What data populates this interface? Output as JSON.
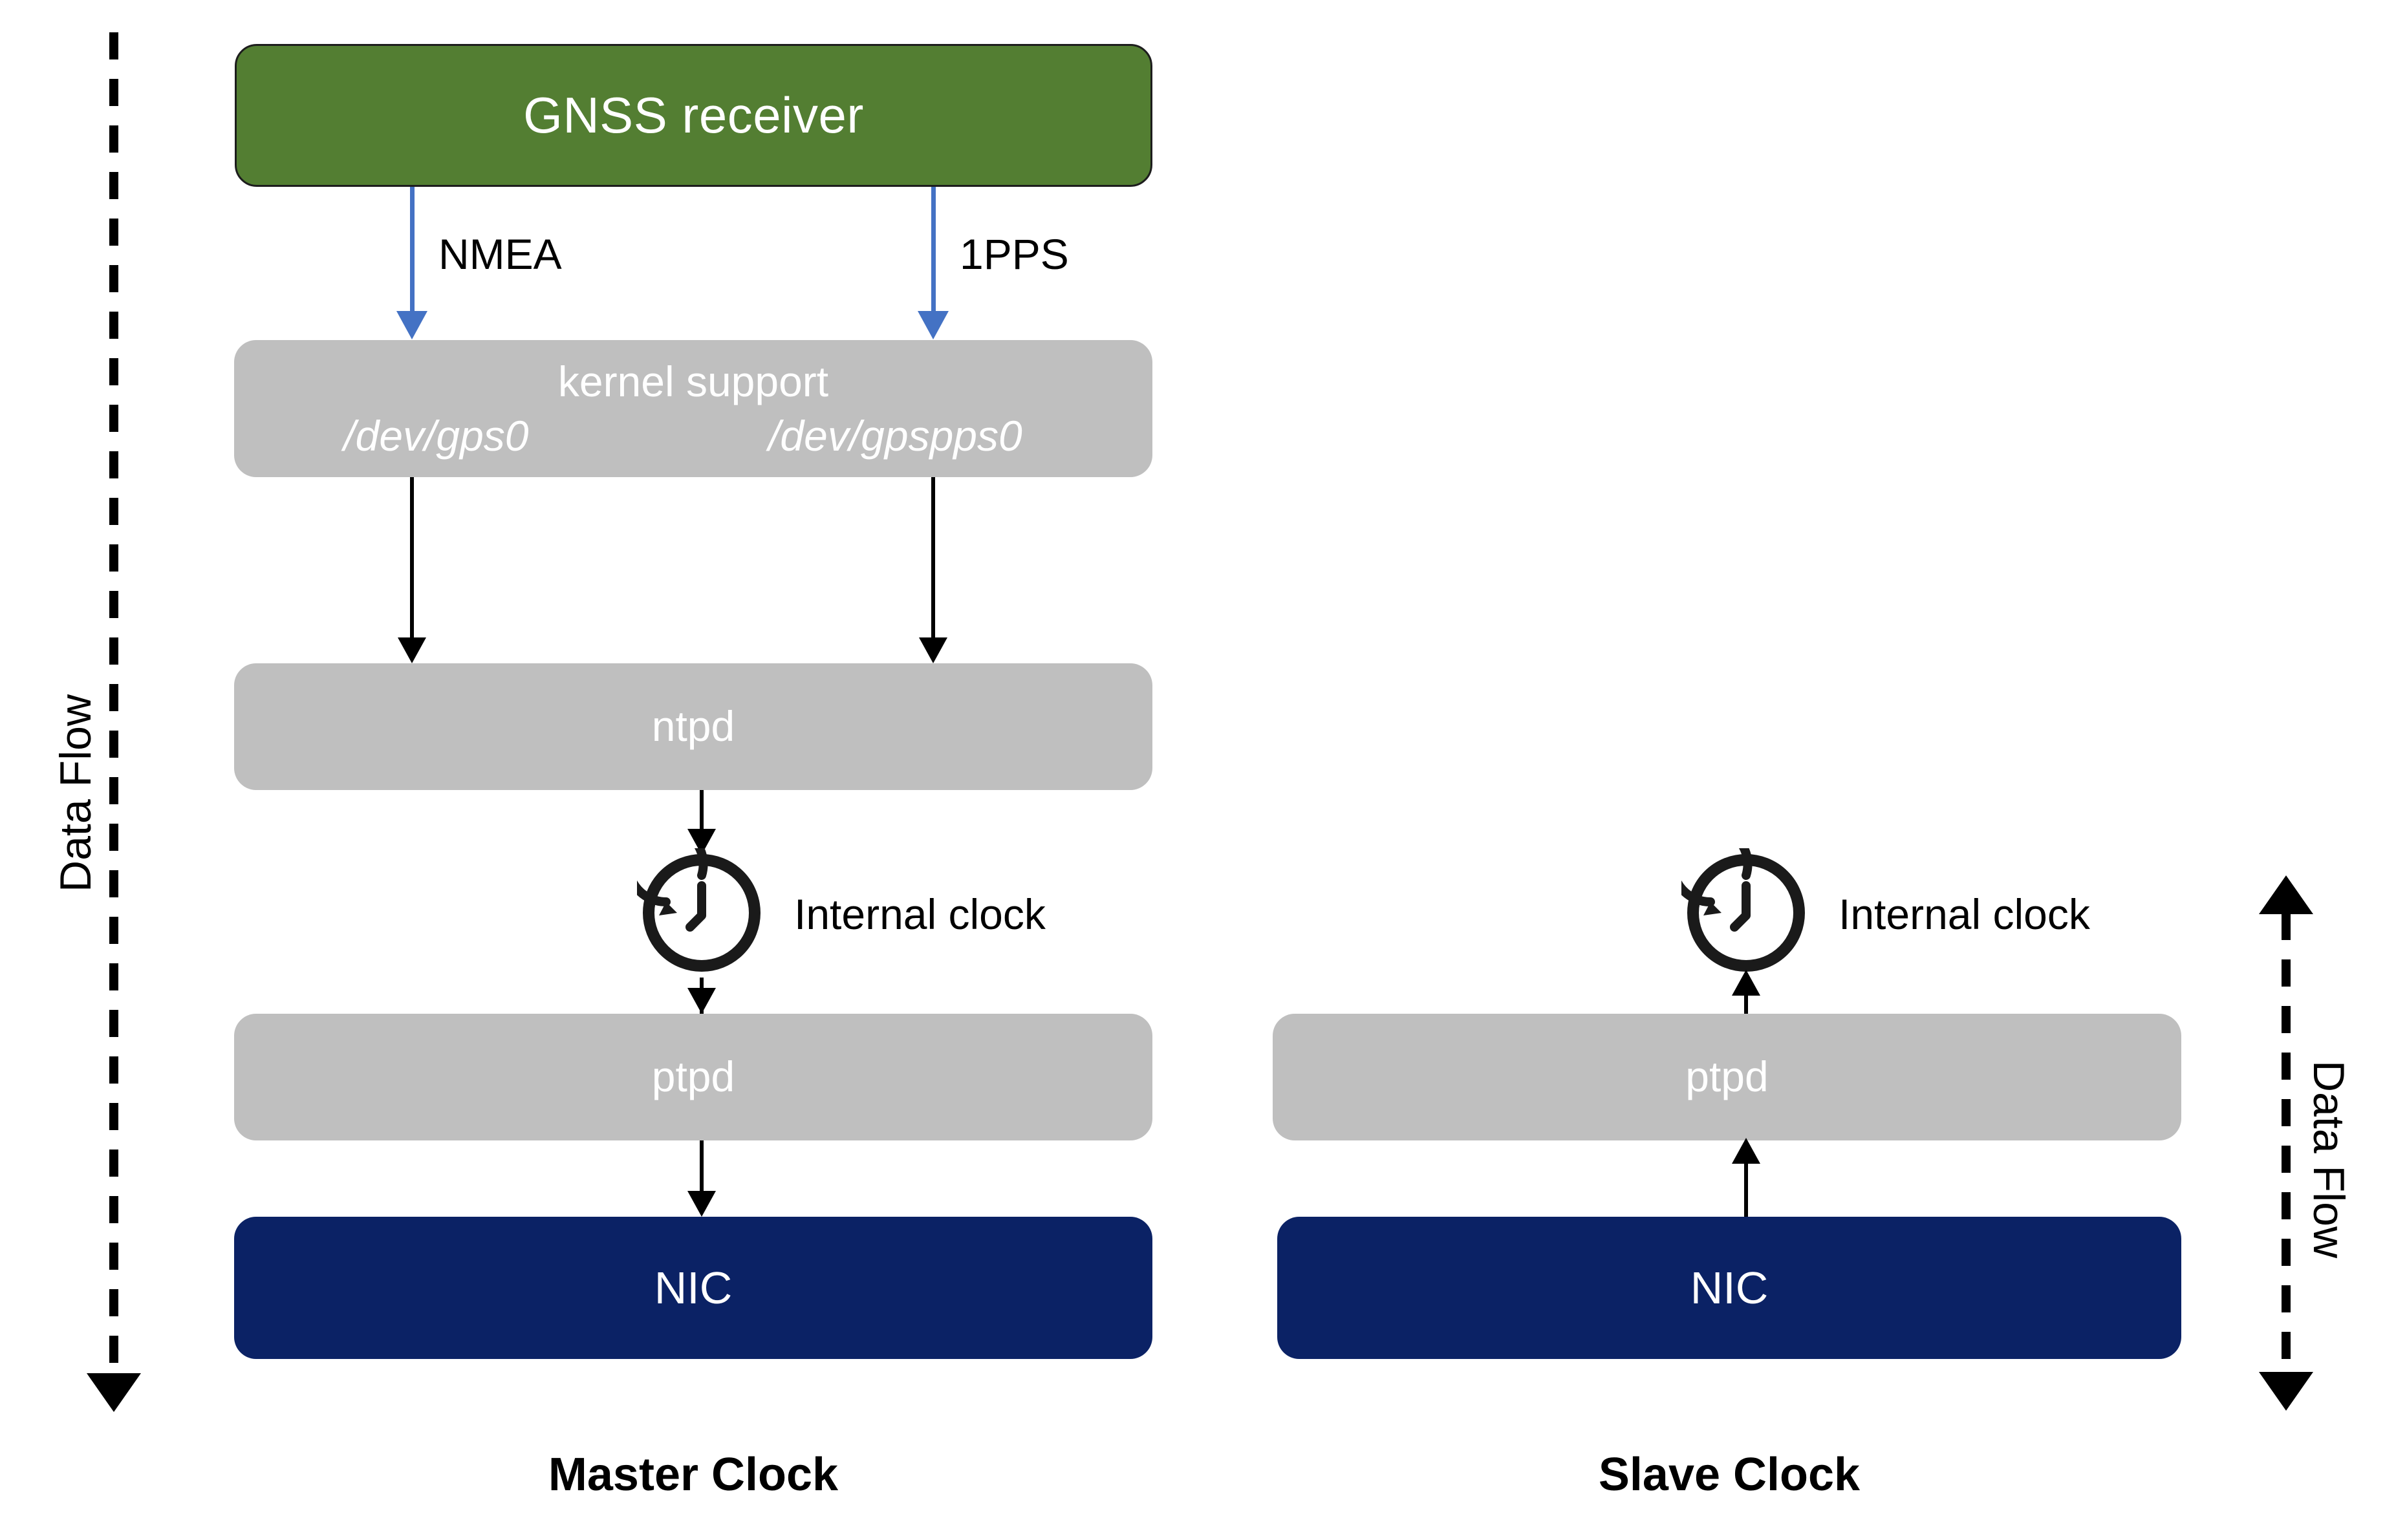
{
  "diagram": {
    "title_master": "Master Clock",
    "title_slave": "Slave Clock",
    "colors": {
      "gnss_green": "#537E32",
      "process_gray": "#BFBFBF",
      "nic_navy": "#0B2265",
      "signal_blue": "#4472C4",
      "connector_black": "#000000"
    }
  },
  "master": {
    "gnss": {
      "label": "GNSS receiver"
    },
    "kernel": {
      "label": "kernel support",
      "device_nmea": "/dev/gps0",
      "device_pps": "/dev/gpspps0"
    },
    "ntpd": {
      "label": "ntpd"
    },
    "ptpd": {
      "label": "ptpd"
    },
    "nic": {
      "label": "NIC"
    },
    "clock": {
      "label": "Internal clock"
    },
    "signals": {
      "nmea": "NMEA",
      "pps": "1PPS"
    }
  },
  "slave": {
    "ptpd": {
      "label": "ptpd"
    },
    "nic": {
      "label": "NIC"
    },
    "clock": {
      "label": "Internal clock"
    }
  },
  "flows": {
    "left": {
      "label": "Data Flow",
      "direction": "down"
    },
    "right": {
      "label": "Data Flow",
      "direction": "up-and-down"
    }
  }
}
